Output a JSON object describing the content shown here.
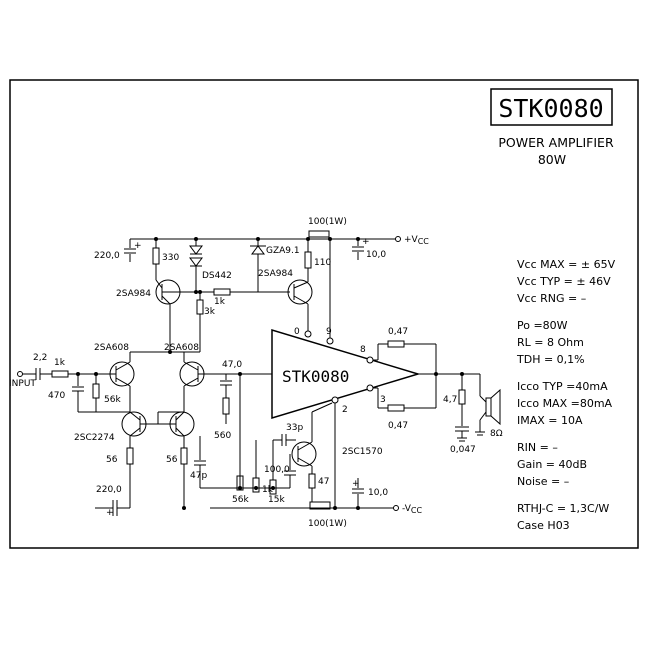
{
  "title_block": {
    "part": "STK0080",
    "subtitle": "POWER AMPLIFIER",
    "power": "80W"
  },
  "ic_label": "STK0080",
  "pins": [
    "0",
    "9",
    "8",
    "3",
    "2"
  ],
  "supply": {
    "vcc_pos": "+V",
    "vcc_pos_sub": "CC",
    "vcc_neg": "-V",
    "vcc_neg_sub": "CC"
  },
  "labels": {
    "in_cap": "2,2",
    "in_res": "1k",
    "input": "INPUT",
    "r470": "470",
    "r56k_in": "56k",
    "c220_top": "220,0",
    "r330": "330",
    "ds442": "DS442",
    "gza91": "GZA9.1",
    "r100_top": "100(1W)",
    "r110": "110",
    "c10_top": "10,0",
    "q_2sa984_l": "2SA984",
    "q_2sa984_r": "2SA984",
    "r1k_mid": "1k",
    "r3k": "3k",
    "q_2sa608_l": "2SA608",
    "q_2sa608_r": "2SA608",
    "c47": "47,0",
    "r560": "560",
    "q_2sc2274": "2SC2274",
    "r56_l": "56",
    "r56_r": "56",
    "c47p": "47p",
    "c220_bot": "220,0",
    "r56k_b": "56k",
    "r1k_b": "1k",
    "r15k": "15k",
    "c33p": "33p",
    "c100": "100,0",
    "r47": "47",
    "q_2sc1570": "2SC1570",
    "c10_bot": "10,0",
    "r100_bot": "100(1W)",
    "r047_top": "0,47",
    "r047_bot": "0,47",
    "r4_7": "4,7",
    "c0047": "0,047",
    "spk": "8Ω"
  },
  "specs": [
    "Vcc MAX = ± 65V",
    "Vcc TYP = ± 46V",
    "Vcc RNG =  –",
    "Po  =80W",
    "RL  = 8 Ohm",
    "TDH = 0,1%",
    "Icco TYP =40mA",
    "Icco MAX =80mA",
    "IMAX =    10A",
    "RIN  =    –",
    "Gain  = 40dB",
    "Noise =   –",
    "RTHJ-C = 1,3C/W",
    "Case H03"
  ]
}
